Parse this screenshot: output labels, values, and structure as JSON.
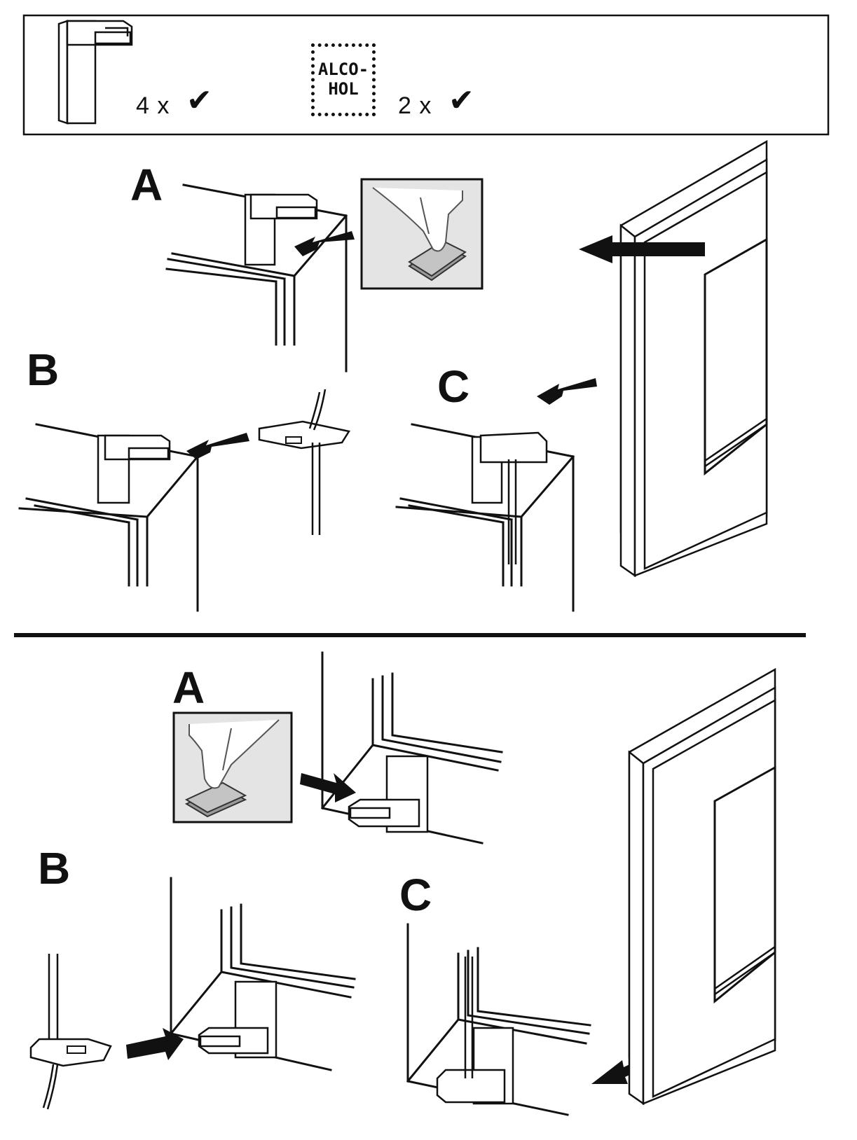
{
  "parts": {
    "bracket_count": "4 x",
    "alcohol_line1": "ALCO-",
    "alcohol_line2": "HOL",
    "alcohol_count": "2 x",
    "check_glyph": "✔"
  },
  "top_steps": {
    "a": "A",
    "b": "B",
    "c": "C"
  },
  "bottom_steps": {
    "a": "A",
    "b": "B",
    "c": "C"
  },
  "icons": [
    "bracket-icon",
    "alcohol-wipe-icon",
    "check-icon",
    "hand-wipe-icon",
    "arrow-icon",
    "picture-frame-icon",
    "wire-icon"
  ],
  "colors": {
    "line": "#111111",
    "background": "#ffffff",
    "inset_shade": "#dcdcdc"
  }
}
